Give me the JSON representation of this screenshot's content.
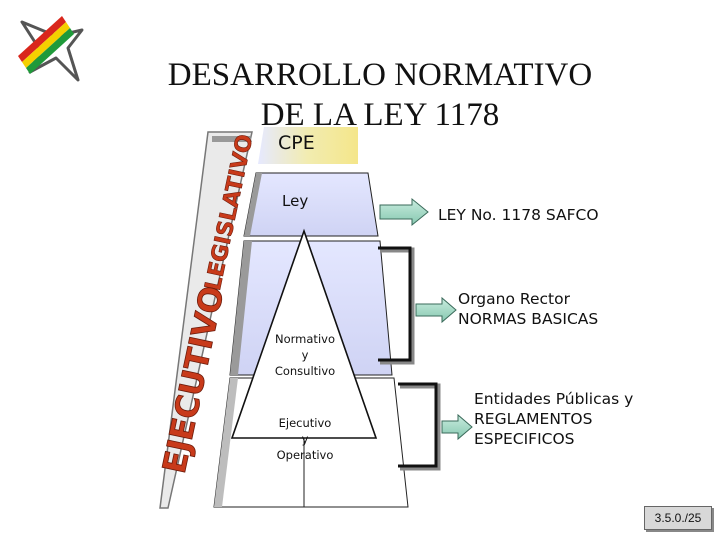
{
  "title": {
    "line1": "DESARROLLO NORMATIVO",
    "line2": "DE LA LEY 1178"
  },
  "pyramid": {
    "cpe_label": "CPE",
    "ley_label": "Ley",
    "normativo": [
      "Normativo",
      "y",
      "Consultivo"
    ],
    "ejecutivo": [
      "Ejecutivo",
      "y",
      "Operativo"
    ]
  },
  "side_labels": {
    "legislativo": "LEGISLATIVO",
    "ejecutivo": "EJECUTIVO"
  },
  "annotations": {
    "ley_ref": "LEY No. 1178 SAFCO",
    "organo": [
      "Organo Rector",
      "NORMAS BASICAS"
    ],
    "entidades": [
      "Entidades Públicas y",
      "REGLAMENTOS",
      "ESPECIFICOS"
    ]
  },
  "slide_number": "3.5.0./25",
  "colors": {
    "logo_red": "#d9261c",
    "logo_yellow": "#f4d000",
    "logo_green": "#1f9a3a",
    "panel_blue": "#d8dcf8",
    "cpe_yellow": "#f2e89c",
    "arrow_fill": "#a8dcc8"
  },
  "icons": [
    "bolivia-star-logo-icon",
    "arrow-right-icon"
  ]
}
